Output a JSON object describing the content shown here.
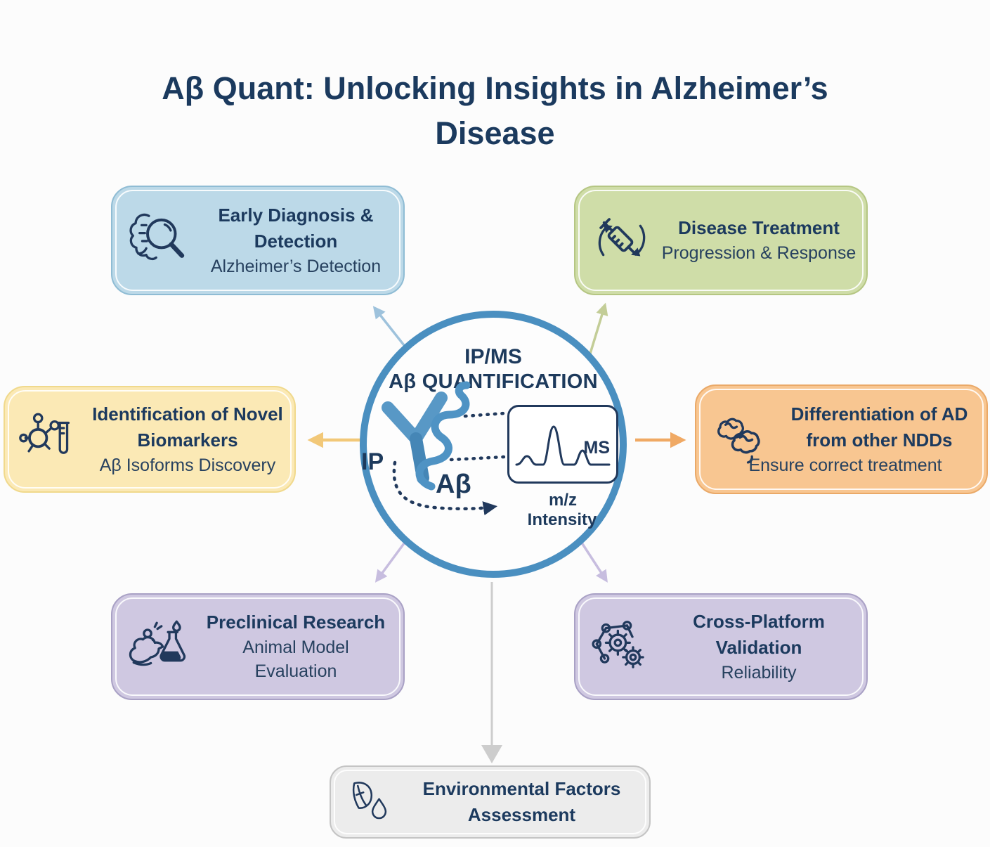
{
  "page": {
    "title": "Aβ Quant: Unlocking Insights in Alzheimer’s Disease"
  },
  "center": {
    "line1": "IP/MS",
    "line2": "Aβ QUANTIFICATION",
    "ip": "IP",
    "abeta": "Aβ",
    "ms": "MS",
    "mz": "m/z",
    "intensity": "Intensity",
    "border_color": "#4a8fc0",
    "antibody_color": "#5898c6"
  },
  "boxes": [
    {
      "id": "early-diagnosis-detection",
      "icon": "brain-magnifier-icon",
      "title": "Early Diagnosis & Detection",
      "subtitle": "Alzheimer’s Detection",
      "bg": "#bcd9e8",
      "border": "#8fbcd4"
    },
    {
      "id": "disease-treatment",
      "icon": "syringe-cycle-icon",
      "title": "Disease Treatment",
      "subtitle": "Progression & Response",
      "bg": "#cfdda8",
      "border": "#b5c683"
    },
    {
      "id": "identification-novel-biomarkers",
      "icon": "molecule-testtube-icon",
      "title": "Identification of Novel Biomarkers",
      "subtitle": "Aβ Isoforms Discovery",
      "bg": "#fbe9b5",
      "border": "#f0d98c"
    },
    {
      "id": "differentiation-ad-ndds",
      "icon": "two-brains-icon",
      "title": "Differentiation of AD from other NDDs",
      "subtitle": "Ensure correct treatment",
      "bg": "#f8c691",
      "border": "#eaa968"
    },
    {
      "id": "preclinical-research",
      "icon": "mouse-flask-icon",
      "title": "Preclinical Research",
      "subtitle": "Animal Model Evaluation",
      "bg": "#cfc8e1",
      "border": "#a9a1c5"
    },
    {
      "id": "cross-platform-validation",
      "icon": "network-gears-icon",
      "title": "Cross-Platform Validation",
      "subtitle": "Reliability",
      "bg": "#cfc8e1",
      "border": "#a9a1c5"
    },
    {
      "id": "environmental-factors-assessment",
      "icon": "leaf-drop-icon",
      "title": "Environmental Factors Assessment",
      "bg": "#ececec",
      "border": "#c4c4c4"
    }
  ],
  "arrows": {
    "to_early_diagnosis": "#9ec2dc",
    "to_disease_treatment": "#c3cd97",
    "to_novel_biomarkers": "#f2c878",
    "to_differentiation": "#f0a964",
    "to_preclinical": "#c7bddf",
    "to_cross_platform": "#c7bddf",
    "to_environmental": "#cdcdcd"
  },
  "palette": {
    "title_text": "#1b3a5e",
    "body_text": "#1e3c63",
    "icon_line": "#21395c"
  }
}
